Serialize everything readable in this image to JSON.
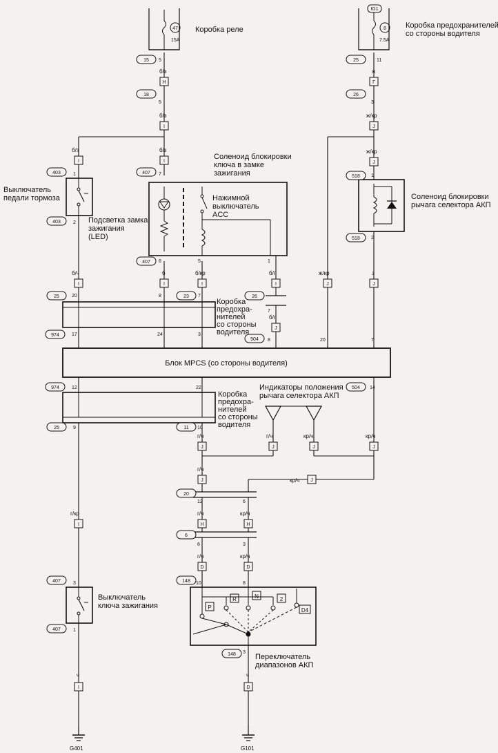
{
  "labels": {
    "relay_box": "Коробка реле",
    "fusebox_driver_1": "Коробка предохранителей",
    "fusebox_driver_2": "со стороны водителя",
    "fuse47_num": "47",
    "fuse47_rating": "15A",
    "fuse8_num": "8",
    "fuse8_rating": "7.5A",
    "ig1": "IG1",
    "brake_sw_1": "Выключатель",
    "brake_sw_2": "педали тормоза",
    "key_light_1": "Подсветка замка",
    "key_light_2": "зажигания",
    "key_light_3": "(LED)",
    "key_sol_1": "Соленоид блокировки",
    "key_sol_2": "ключа в замке",
    "key_sol_3": "зажигания",
    "acc_sw_1": "Нажимной",
    "acc_sw_2": "выключатель",
    "acc_sw_3": "ACC",
    "sel_sol_1": "Соленоид блокировки",
    "sel_sol_2": "рычага селектора АКП",
    "fb2_1": "Коробка",
    "fb2_2": "предохра-",
    "fb2_3": "нителей",
    "fb2_4": "со стороны",
    "fb2_5": "водителя",
    "mpcs": "Блок MPCS (со стороны водителя)",
    "fb3_1": "Коробка",
    "fb3_2": "предохра-",
    "fb3_3": "нителей",
    "fb3_4": "со стороны",
    "fb3_5": "водителя",
    "ind_1": "Индикаторы положения",
    "ind_2": "рычага селектора АКП",
    "ign_sw_1": "Выключатель",
    "ign_sw_2": "ключа зажигания",
    "range_sw_1": "Переключатель",
    "range_sw_2": "диапазонов АКП",
    "g401": "G401",
    "g101": "G101"
  },
  "gear_positions": [
    "P",
    "R",
    "N",
    "2",
    "D4"
  ],
  "connectors": {
    "c15": "15",
    "c18": "18",
    "c25a": "25",
    "c26a": "26",
    "c403a": "403",
    "c403b": "403",
    "c407a": "407",
    "c407b": "407",
    "c518a": "518",
    "c518b": "518",
    "c25b": "25",
    "c23": "23",
    "c26b": "26",
    "c974a": "974",
    "c504a": "504",
    "c974b": "974",
    "c504b": "504",
    "c25c": "25",
    "c11": "11",
    "c20": "20",
    "c6": "6",
    "c407c": "407",
    "c407d": "407",
    "c148a": "148",
    "c148b": "148"
  },
  "pins": {
    "p5a": "5",
    "p5b": "5",
    "p11": "11",
    "p3a": "3",
    "p1a": "1",
    "p2a": "2",
    "p7a": "7",
    "p6a": "6",
    "p5c": "5",
    "p1b": "1",
    "p1c": "1",
    "p2b": "2",
    "p20a": "20",
    "p8a": "8",
    "p7b": "7",
    "p7c": "7",
    "p17": "17",
    "p24": "24",
    "p3b": "3",
    "p8b": "8",
    "p20b": "20",
    "p7d": "7",
    "p12a": "12",
    "p22": "22",
    "p14": "14",
    "p9": "9",
    "p10a": "10",
    "p12b": "12",
    "p6b": "6",
    "p6c": "6",
    "p3c": "3",
    "p3d": "3",
    "p1d": "1",
    "p10b": "10",
    "p8c": "8",
    "p3e": "3"
  },
  "tags": {
    "tH1": "H",
    "tI1": "I",
    "tI2": "I",
    "tI3": "I",
    "tI4": "I",
    "tI5": "I",
    "tI6": "I",
    "tI7": "I",
    "tI8": "I",
    "tI9": "I",
    "tJ1": "J",
    "tJ2": "J",
    "tJ3": "J",
    "tJ4": "J",
    "tJ5": "J",
    "tJ6": "J",
    "tJ7": "J",
    "tJ8": "J",
    "tJ9": "J",
    "tJ10": "J",
    "tH2": "H",
    "tH3": "H",
    "tD1": "D",
    "tD2": "D",
    "tD3": "D",
    "tG": "Γ"
  },
  "wires": {
    "w1": "б/з",
    "w2": "б/з",
    "w3": "б/з",
    "w4": "б/з",
    "w5": "ж",
    "w6": "ж/кр",
    "w7": "ж/кр",
    "w8": "б/ч",
    "w9": "б",
    "w10": "б/кр",
    "w11": "б/г",
    "w12": "ж/кр",
    "w13": "з",
    "w14": "б/г",
    "w15": "г/ч",
    "w16": "г/ч",
    "w17": "кр/ч",
    "w18": "кр/ч",
    "w19": "г/ч",
    "w20": "кр/ч",
    "w21": "г/кр",
    "w22": "г/ч",
    "w23": "кр/ч",
    "w24": "г/ч",
    "w25": "кр/ч",
    "w26": "ч",
    "w27": "ч"
  }
}
